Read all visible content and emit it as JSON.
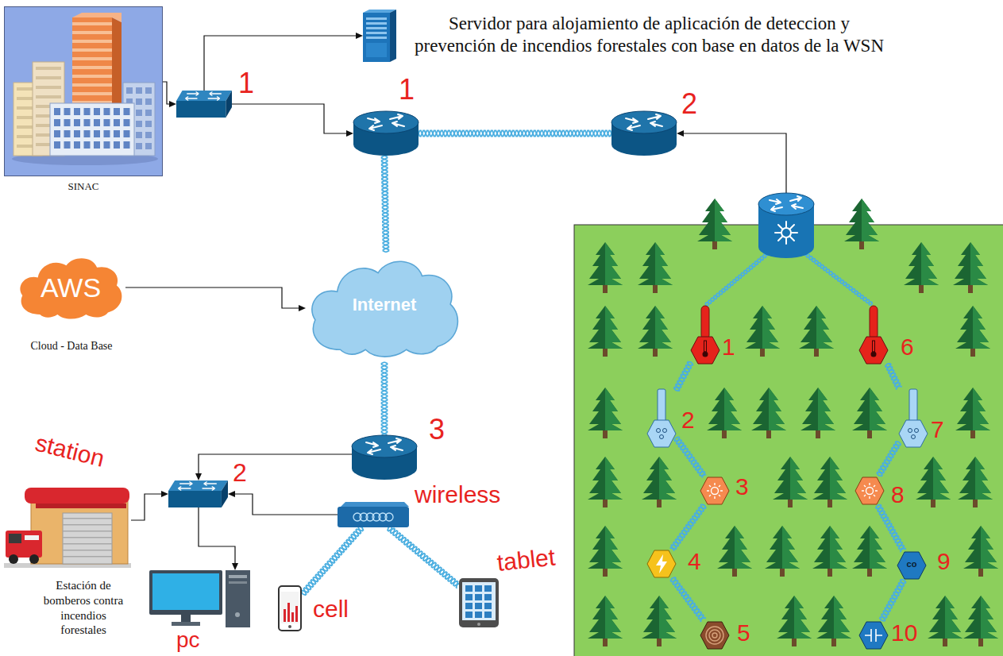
{
  "diagram": {
    "nodes": [
      {
        "text": [
          "SINAC"
        ]
      },
      {
        "text": [
          "1"
        ]
      },
      {
        "text": [
          "Servidor para alojamiento de aplicación de deteccion y prevención de incendios forestales con base en datos de la WSN"
        ]
      },
      {
        "text": [
          "1"
        ]
      },
      {
        "text": [
          "2"
        ]
      },
      {
        "text": [
          "AWS",
          "Cloud - Data Base"
        ]
      },
      {
        "text": [
          "Internet"
        ]
      },
      {
        "text": [
          "3"
        ]
      },
      {
        "text": [
          "station",
          "Estación de bomberos contra incendios forestales"
        ]
      },
      {
        "text": [
          "2"
        ]
      },
      {
        "text": [
          "wireless"
        ]
      },
      {
        "text": [
          "pc"
        ]
      },
      {
        "text": [
          "cell"
        ]
      },
      {
        "text": [
          "tablet"
        ]
      },
      {
        "text": [
          "1"
        ]
      },
      {
        "text": [
          "2"
        ]
      },
      {
        "text": [
          "3"
        ]
      },
      {
        "text": [
          "4"
        ]
      },
      {
        "text": [
          "5"
        ]
      },
      {
        "text": [
          "6"
        ]
      },
      {
        "text": [
          "7"
        ]
      },
      {
        "text": [
          "8"
        ]
      },
      {
        "text": [
          "co",
          "9"
        ]
      },
      {
        "text": [
          "10"
        ]
      }
    ],
    "edges": [
      {
        "from": 0,
        "to": 1,
        "arrow": "to"
      },
      {
        "from": 1,
        "to": 2,
        "arrow": "to"
      },
      {
        "from": 1,
        "to": 3,
        "arrow": "to"
      },
      {
        "from": 3,
        "to": 4,
        "arrow": "none"
      },
      {
        "from": 3,
        "to": 6,
        "arrow": "none"
      },
      {
        "from": 5,
        "to": 6,
        "arrow": "to"
      },
      {
        "from": 6,
        "to": 7,
        "arrow": "none"
      },
      {
        "from": 7,
        "to": 9,
        "arrow": "to"
      },
      {
        "from": 8,
        "to": 9,
        "arrow": "to"
      },
      {
        "from": 10,
        "to": 9,
        "arrow": "to"
      },
      {
        "from": 9,
        "to": 11,
        "arrow": "to"
      },
      {
        "from": 10,
        "to": 12,
        "arrow": "none"
      },
      {
        "from": 10,
        "to": 13,
        "arrow": "none"
      },
      {
        "from": 14,
        "to": 15,
        "arrow": "none"
      },
      {
        "from": 15,
        "to": 16,
        "arrow": "none"
      },
      {
        "from": 16,
        "to": 17,
        "arrow": "none"
      },
      {
        "from": 17,
        "to": 18,
        "arrow": "none"
      },
      {
        "from": 19,
        "to": 20,
        "arrow": "none"
      },
      {
        "from": 20,
        "to": 21,
        "arrow": "none"
      },
      {
        "from": 21,
        "to": 22,
        "arrow": "none"
      },
      {
        "from": 22,
        "to": 23,
        "arrow": "none"
      }
    ]
  }
}
